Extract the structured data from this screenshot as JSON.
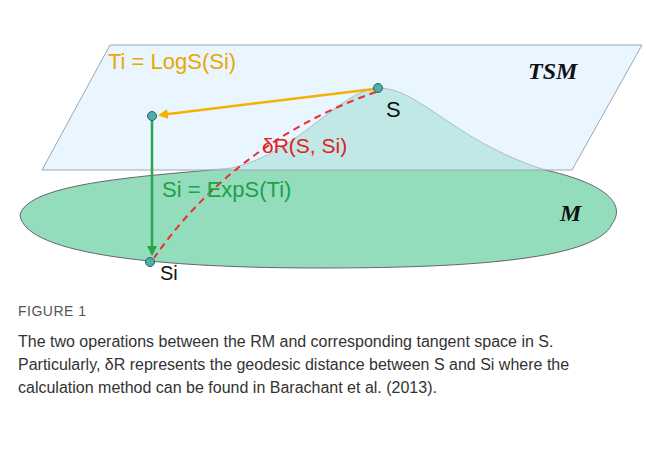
{
  "diagram": {
    "caption": "The two operations between the RM and corresponding tangent space in S. Particularly, δR represents the geodesic distance between S and Si where the calculation method can be found in Barachant et al. (2013).",
    "labels": [
      "TSM",
      "Ti = LogS(Si)",
      "S",
      "δR(S, Si)",
      "Si = ExpS(Ti)",
      "M",
      "Si",
      "FIGURE 1"
    ]
  }
}
